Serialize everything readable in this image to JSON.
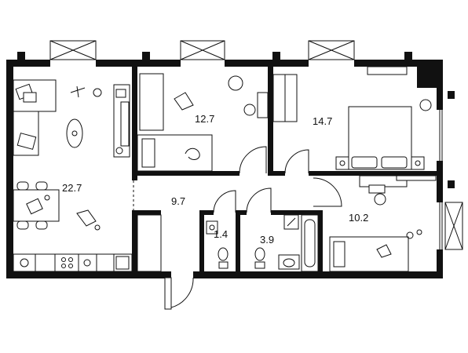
{
  "plan": {
    "rooms": [
      {
        "id": "living-kitchen",
        "area": "22.7"
      },
      {
        "id": "bedroom-small",
        "area": "12.7"
      },
      {
        "id": "bedroom-master",
        "area": "14.7"
      },
      {
        "id": "hall",
        "area": "9.7"
      },
      {
        "id": "wc",
        "area": "1.4"
      },
      {
        "id": "bathroom",
        "area": "3.9"
      },
      {
        "id": "bedroom-child",
        "area": "10.2"
      }
    ]
  }
}
